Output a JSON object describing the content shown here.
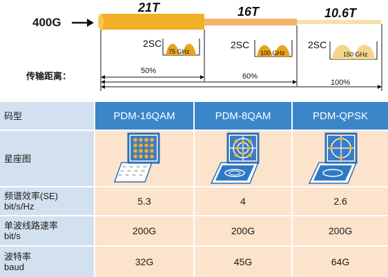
{
  "top": {
    "input_label": "400G",
    "distance_label": "传输距离：",
    "segments": [
      {
        "capacity": "21T",
        "sc_label": "2SC",
        "spacing": "75 GHz",
        "reach": "50%"
      },
      {
        "capacity": "16T",
        "sc_label": "2SC",
        "spacing": "100 GHz",
        "reach": "60%"
      },
      {
        "capacity": "10.6T",
        "sc_label": "2SC",
        "spacing": "150 GHz",
        "reach": "100%"
      }
    ],
    "colors": {
      "seg1": "#f2b027",
      "seg2": "#f5b469",
      "seg3": "#f7dfaa",
      "wave": "#e8a41c"
    }
  },
  "table": {
    "row_labels": {
      "format": "码型",
      "constellation": "星座图",
      "se": [
        "频谱效率(SE)",
        "bit/s/Hz"
      ],
      "rate": [
        "单波线路速率",
        "bit/s"
      ],
      "baud": [
        "波特率",
        "baud"
      ]
    },
    "columns": [
      {
        "format": "PDM-16QAM",
        "se": "5.3",
        "rate": "200G",
        "baud": "32G"
      },
      {
        "format": "PDM-8QAM",
        "se": "4",
        "rate": "200G",
        "baud": "45G"
      },
      {
        "format": "PDM-QPSK",
        "se": "2.6",
        "rate": "200G",
        "baud": "64G"
      }
    ],
    "colors": {
      "header": "#3a86c8",
      "row_label": "#d3e0ef",
      "cell": "#fbe3cc"
    }
  }
}
